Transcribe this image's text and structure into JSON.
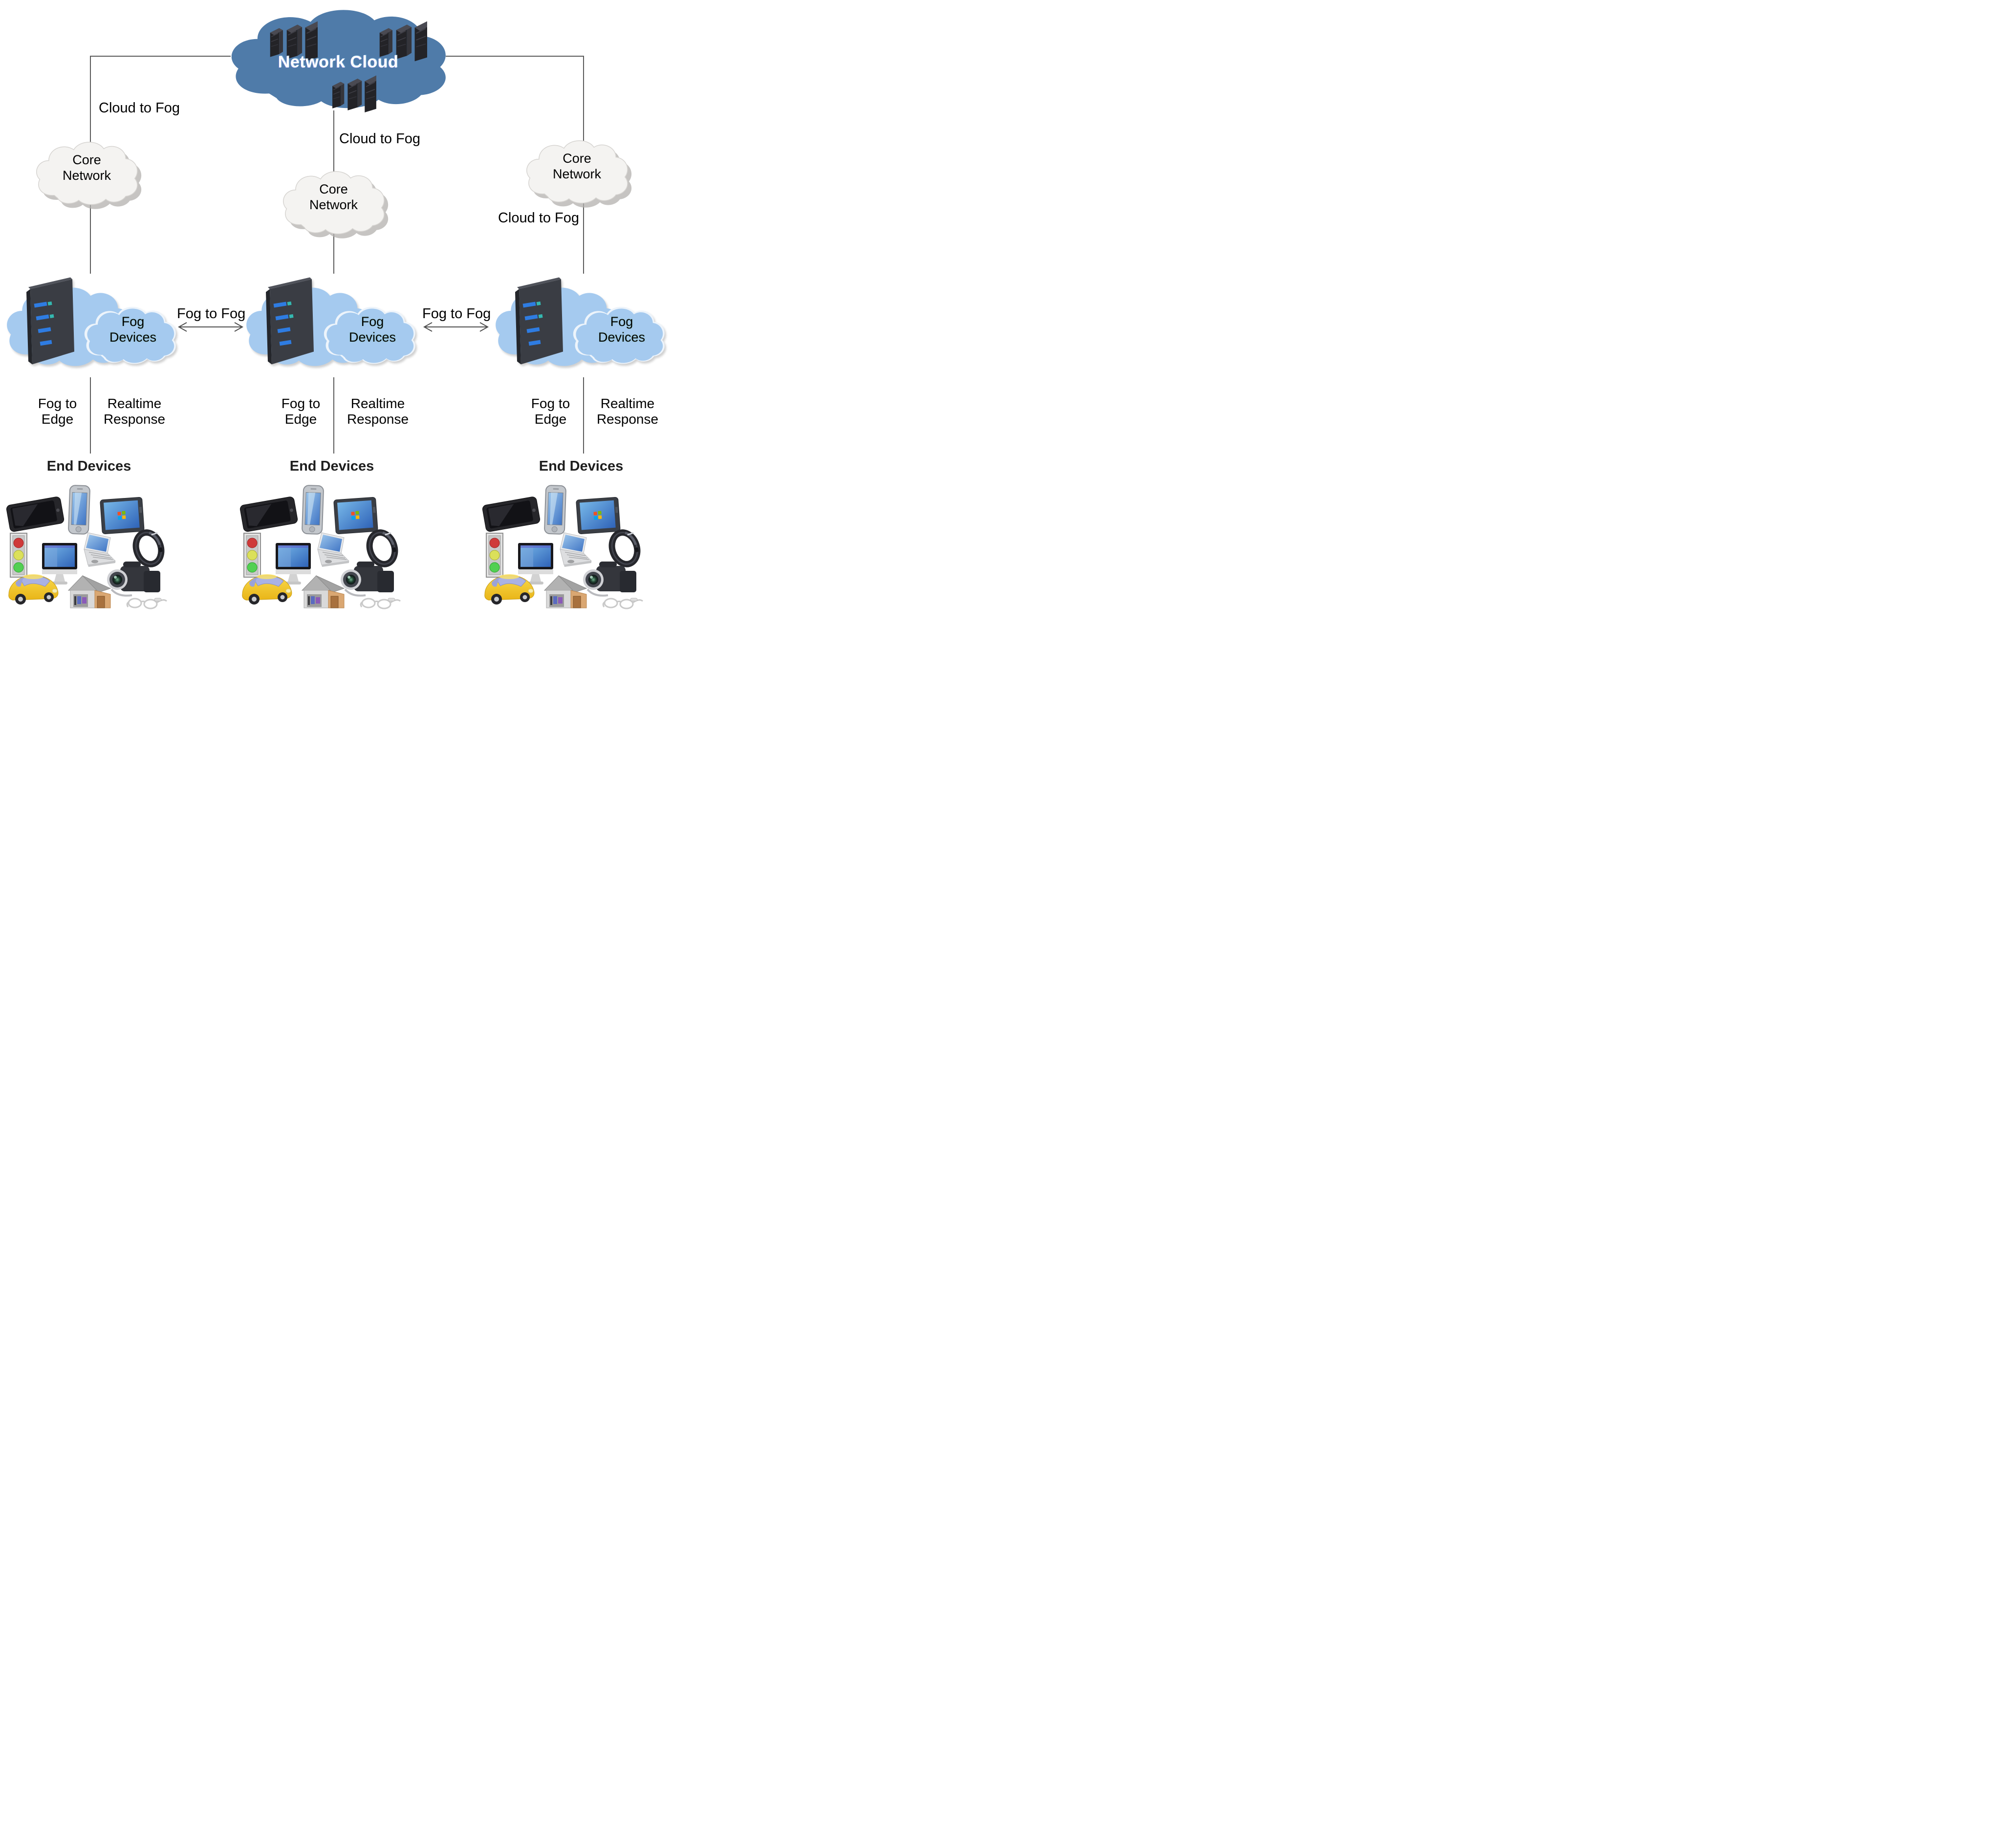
{
  "colors": {
    "network_cloud": "#4f7ba9",
    "fog_cloud": "#a5caef",
    "core_cloud": "#f4f3f1",
    "line": "#5a5a5a"
  },
  "network_cloud": {
    "label": "Network Cloud",
    "icon": "server-rack-group"
  },
  "labels": {
    "cloud_to_fog": "Cloud to Fog",
    "fog_to_fog": "Fog to Fog",
    "fog_to_edge": [
      "Fog to",
      "Edge"
    ],
    "realtime_response": [
      "Realtime",
      "Response"
    ],
    "core_network": [
      "Core",
      "Network"
    ],
    "fog_devices": [
      "Fog",
      "Devices"
    ],
    "end_devices": "End Devices"
  },
  "end_device_icons": [
    "tablet",
    "smartphone",
    "windows-tablet",
    "traffic-light",
    "desktop-monitor",
    "laptop",
    "smart-band",
    "camcorder",
    "car",
    "smart-home",
    "smart-glasses"
  ],
  "columns": [
    {
      "name": "left"
    },
    {
      "name": "middle"
    },
    {
      "name": "right"
    }
  ]
}
